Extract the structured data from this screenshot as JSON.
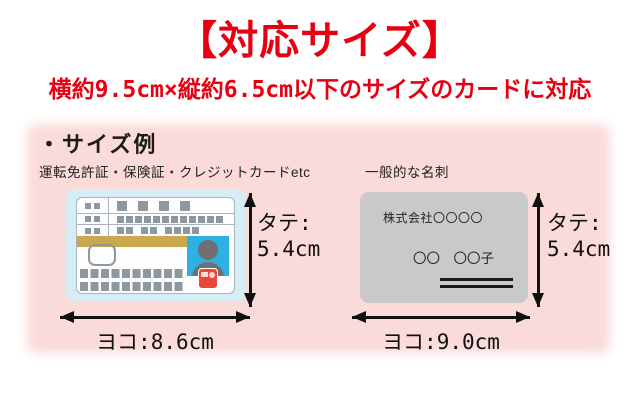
{
  "title": "【対応サイズ】",
  "subtitle": "横約9.5cm×縦約6.5cm以下のサイズのカードに対応",
  "colors": {
    "accent_red": "#e60012",
    "panel_pink": "#fbdada",
    "license_blue": "#d7edf5",
    "photo_blue": "#2fb0e5",
    "gold_stripe": "#c9a84e",
    "card_gray": "#c9c9c9",
    "arrow_black": "#101010"
  },
  "panel": {
    "heading": "・サイズ例",
    "examples": [
      {
        "name": "license",
        "label": "運転免許証・保険証・クレジットカードetc",
        "height_label": "タテ:",
        "height_value": "5.4cm",
        "width_label": "ヨコ:8.6cm"
      },
      {
        "name": "business-card",
        "label": "一般的な名刺",
        "card_company": "株式会社〇〇〇〇",
        "card_name": "〇〇　〇〇子",
        "height_label": "タテ:",
        "height_value": "5.4cm",
        "width_label": "ヨコ:9.0cm"
      }
    ]
  }
}
